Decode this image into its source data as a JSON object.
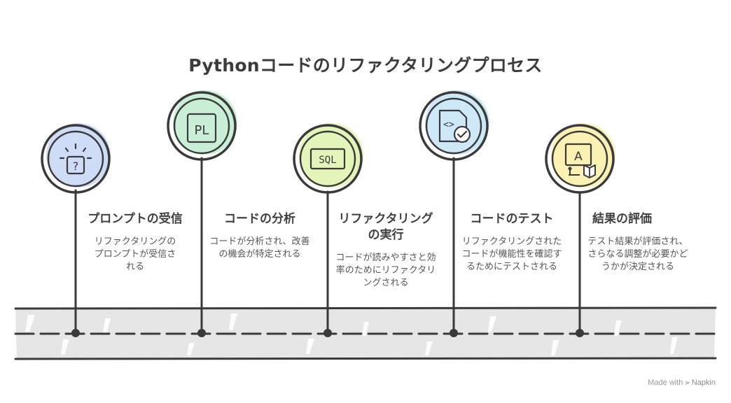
{
  "title": "Pythonコードのリファクタリングプロセス",
  "steps": [
    {
      "title": "プロンプトの受信",
      "desc": "リファクタリングのプロンプトが受信される",
      "icon": "prompt-question-icon",
      "icon_text": "?",
      "color": "#cfdcf5"
    },
    {
      "title": "コードの分析",
      "desc": "コードが分析され、改善の機会が特定される",
      "icon": "programming-language-icon",
      "icon_text": "PL",
      "color": "#c9efd7"
    },
    {
      "title": "リファクタリングの実行",
      "desc": "コードが読みやすさと効率のためにリファクタリングされる",
      "icon": "sql-icon",
      "icon_text": "SQL",
      "color": "#e3f5b8"
    },
    {
      "title": "コードのテスト",
      "desc": "リファクタリングされたコードが機能性を確認するためにテストされる",
      "icon": "code-check-icon",
      "icon_text": "<>",
      "color": "#cde9f7"
    },
    {
      "title": "結果の評価",
      "desc": "テスト結果が評価され、さらなる調整が必要かどうかが決定される",
      "icon": "reading-ai-icon",
      "icon_text": "A",
      "color": "#fbf1b3"
    }
  ],
  "watermark": {
    "prefix": "Made with",
    "brand": "Napkin"
  }
}
